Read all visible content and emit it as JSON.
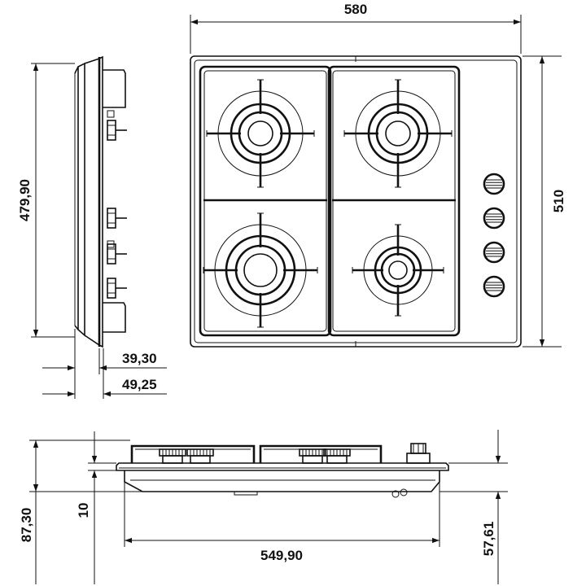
{
  "dimensions": {
    "top_width": "580",
    "top_depth": "510",
    "side_height": "479,90",
    "side_depth_a": "39,30",
    "side_depth_b": "49,25",
    "front_total_height": "87,30",
    "front_plate": "10",
    "front_cutout_width": "549,90",
    "front_below": "57,61"
  },
  "colors": {
    "line": "#111111",
    "background": "#ffffff"
  },
  "views": {
    "top": {
      "burners": 4,
      "knobs": 4
    },
    "side": {
      "knobs": 4
    },
    "front": {
      "knobs": 1
    }
  }
}
